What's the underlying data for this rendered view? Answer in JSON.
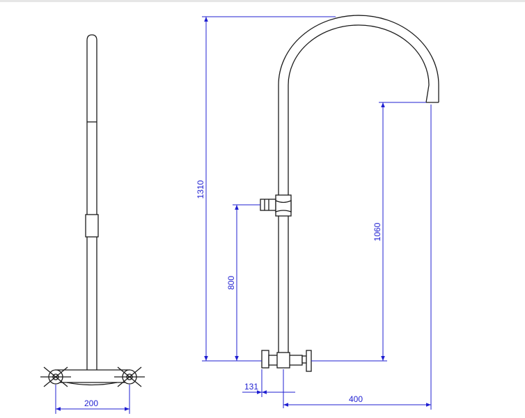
{
  "dimensions": {
    "total_height": "1310",
    "outlet_height": "1060",
    "valve_height": "800",
    "handle_spacing": "200",
    "valve_offset": "131",
    "spout_reach": "400"
  },
  "colors": {
    "outline": "#1a1a1a",
    "dimension": "#1f1fd1",
    "background": "#ffffff"
  }
}
